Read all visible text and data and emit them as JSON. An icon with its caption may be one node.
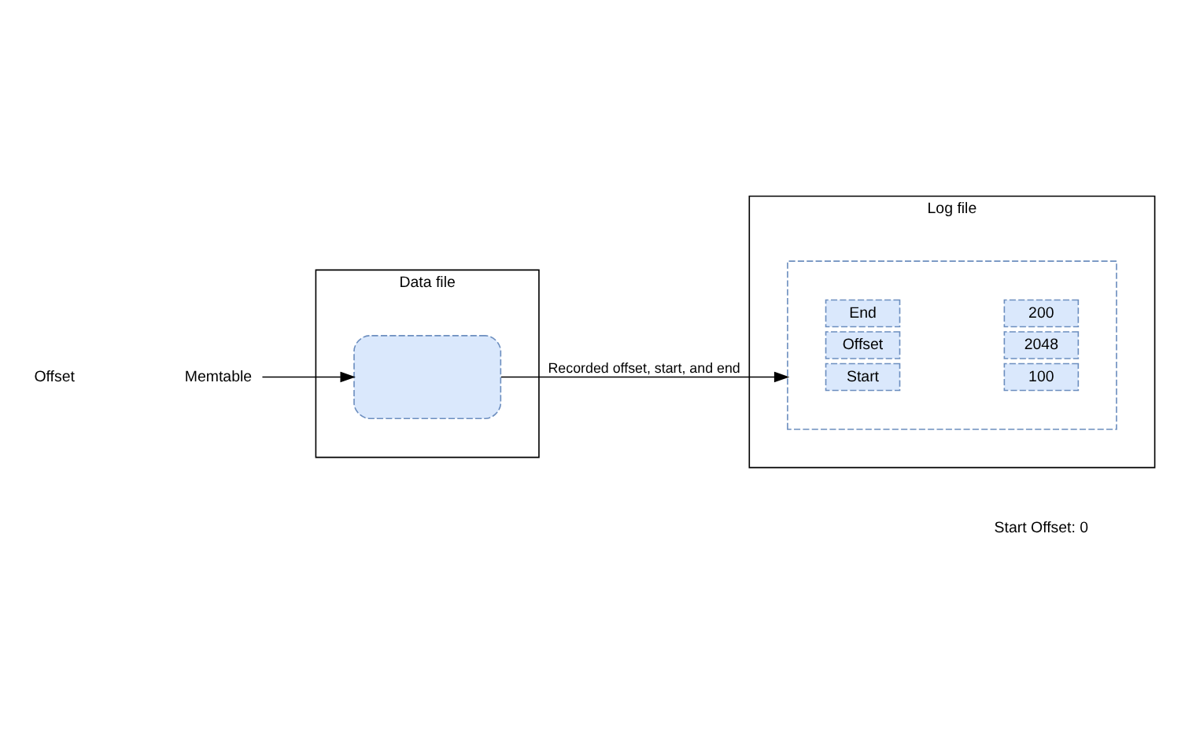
{
  "diagram": {
    "nodes": [
      {
        "text": [
          "Data file"
        ]
      },
      {
        "text": [],
        "shape": "box",
        "in": 0
      },
      {
        "text": [
          "Memtable"
        ]
      },
      {
        "text": [
          "Log file"
        ]
      },
      {
        "text": [],
        "shape": "box",
        "in": 3
      },
      {
        "text": [
          "Start"
        ],
        "in": 4
      },
      {
        "text": [
          "100"
        ],
        "in": 4
      },
      {
        "text": [
          "End"
        ],
        "in": 4
      },
      {
        "text": [
          "200"
        ],
        "in": 4
      },
      {
        "text": [
          "Offset"
        ],
        "in": 4
      },
      {
        "text": [
          "2048"
        ],
        "in": 4
      }
    ],
    "edges": [
      {
        "from": 2,
        "to": 1,
        "arrow": "to"
      },
      {
        "from": 1,
        "to": 4,
        "label": "Recorded offset, start, and end",
        "arrow": "to"
      }
    ],
    "labels": [
      "Offset",
      "Start Offset: 0"
    ]
  }
}
